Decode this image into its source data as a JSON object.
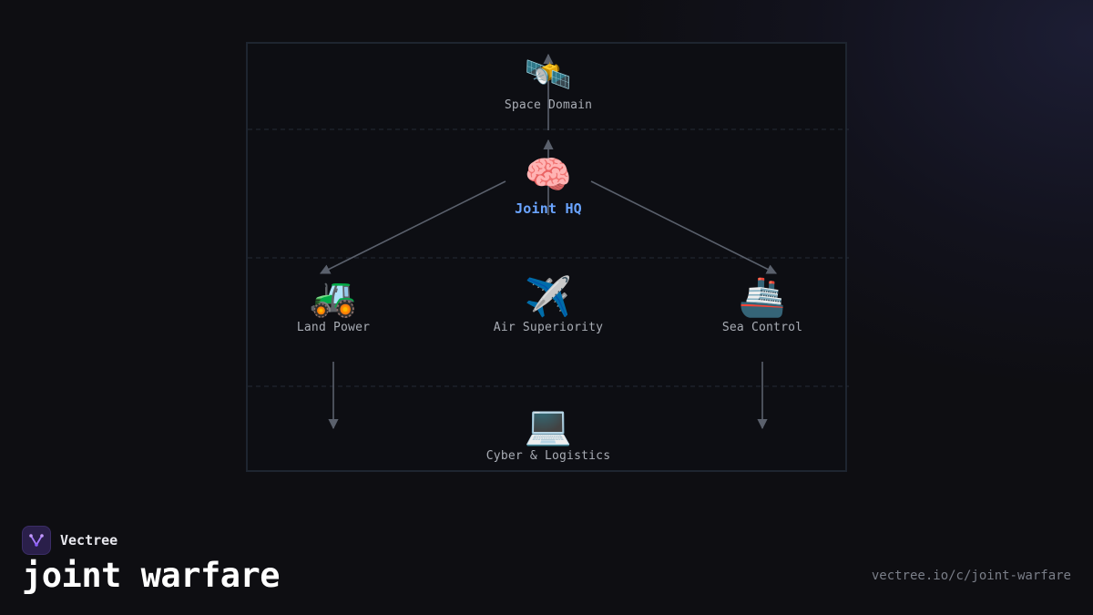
{
  "diagram": {
    "nodes": {
      "space": {
        "label": "Space Domain",
        "icon": "🛰️",
        "icon_name": "satellite-icon"
      },
      "hq": {
        "label": "Joint HQ",
        "icon": "🧠",
        "icon_name": "brain-icon"
      },
      "land": {
        "label": "Land Power",
        "icon": "🚜",
        "icon_name": "tractor-icon"
      },
      "air": {
        "label": "Air Superiority",
        "icon": "✈️",
        "icon_name": "airplane-icon"
      },
      "sea": {
        "label": "Sea Control",
        "icon": "🚢",
        "icon_name": "ship-icon"
      },
      "cyber": {
        "label": "Cyber & Logistics",
        "icon": "💻",
        "icon_name": "laptop-icon"
      }
    },
    "edges": [
      {
        "from": "hq",
        "to": "space"
      },
      {
        "from": "hq",
        "to": "land"
      },
      {
        "from": "hq",
        "to": "sea"
      },
      {
        "from": "land",
        "to": "cyber"
      },
      {
        "from": "sea",
        "to": "cyber"
      }
    ],
    "colors": {
      "edge": "#5a606c",
      "hq_label": "#6aa4ff",
      "label": "#a9adb5",
      "frame": "#1e2530"
    }
  },
  "brand": {
    "name": "Vectree"
  },
  "page": {
    "title": "joint warfare",
    "url": "vectree.io/c/joint-warfare"
  }
}
